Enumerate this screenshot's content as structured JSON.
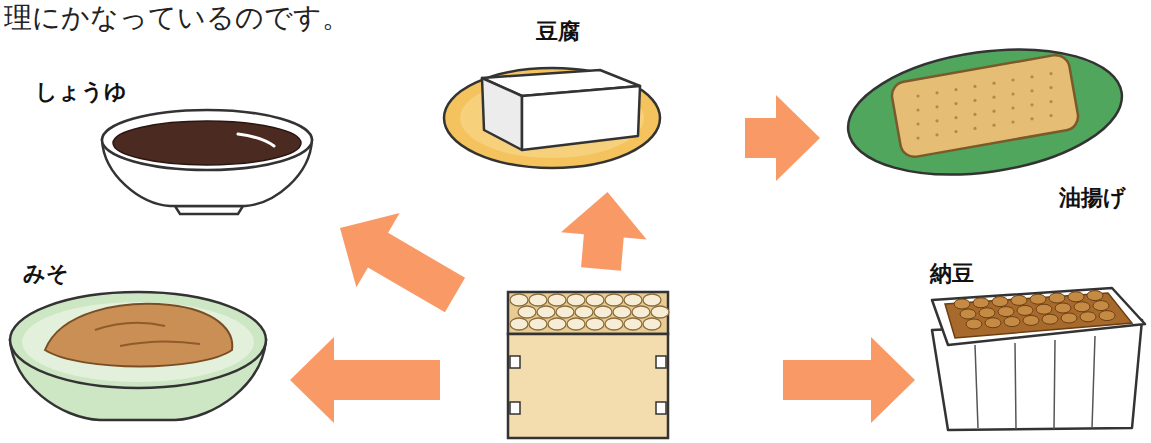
{
  "diagram": {
    "nodes": [
      {
        "text": [
          "しょうゆ"
        ]
      },
      {
        "text": [
          "豆腐"
        ]
      },
      {
        "text": [
          "油揚げ"
        ]
      },
      {
        "text": [
          "みそ"
        ]
      },
      {
        "text": []
      },
      {
        "text": [
          "納豆"
        ]
      }
    ],
    "edges": [
      {
        "from": 4,
        "to": 0,
        "arrow": "to"
      },
      {
        "from": 4,
        "to": 1,
        "arrow": "to"
      },
      {
        "from": 1,
        "to": 2,
        "arrow": "to"
      },
      {
        "from": 4,
        "to": 3,
        "arrow": "to"
      },
      {
        "from": 4,
        "to": 5,
        "arrow": "to"
      }
    ],
    "labels": [
      "理にかなっているのです。"
    ]
  }
}
